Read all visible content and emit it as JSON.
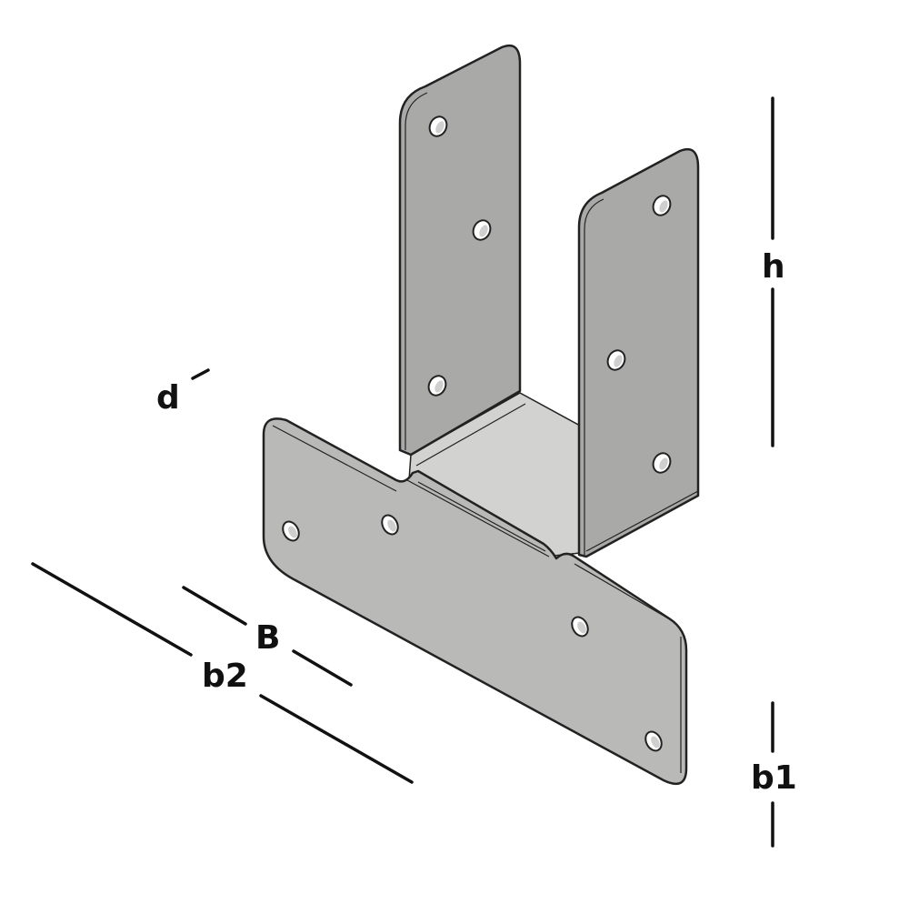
{
  "diagram": {
    "subject": "U-shaped post anchor bracket with base plate",
    "colors": {
      "background": "#ffffff",
      "plate_side": "#a9a9a7",
      "plate_inner": "#d2d3d0",
      "plate_base": "#b9b9b7",
      "outline": "#222222",
      "dimension_lines": "#111111"
    },
    "dimensions": {
      "h": {
        "label": "h",
        "meaning": "height of side flanges"
      },
      "d": {
        "label": "d",
        "meaning": "plate thickness"
      },
      "B": {
        "label": "B",
        "meaning": "inner width between flanges"
      },
      "b2": {
        "label": "b2",
        "meaning": "base plate length"
      },
      "b1": {
        "label": "b1",
        "meaning": "base plate width"
      }
    },
    "parts": {
      "left_flange_holes": 3,
      "right_flange_holes": 3,
      "base_plate_holes": 4
    }
  }
}
